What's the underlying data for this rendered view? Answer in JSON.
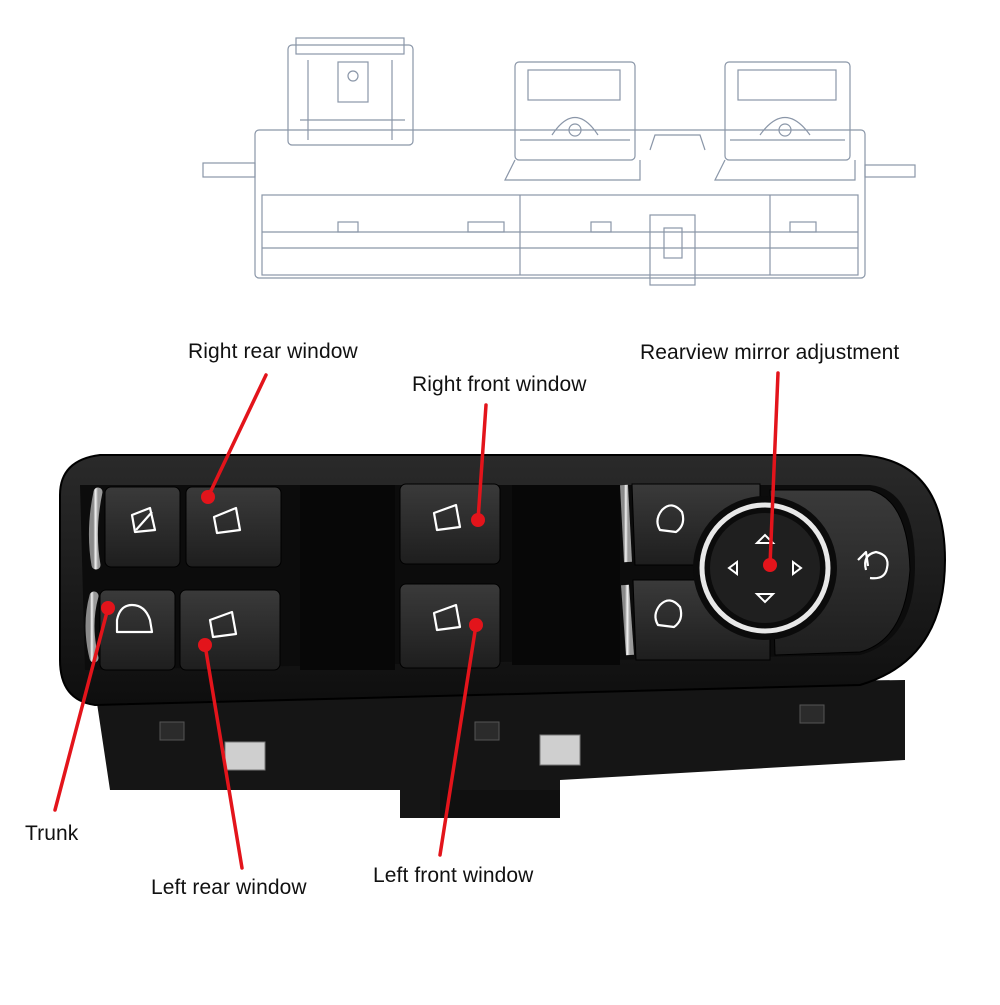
{
  "colors": {
    "callout_line": "#e3141b",
    "housing": "#1b1b1b",
    "button": "#2a2a2a",
    "chrome": "#d9d9d9",
    "wireframe": "#8a96a8"
  },
  "callouts": {
    "right_rear_window": "Right rear window",
    "right_front_window": "Right front window",
    "rearview_mirror_adjustment": "Rearview mirror adjustment",
    "trunk": "Trunk",
    "left_rear_window": "Left rear window",
    "left_front_window": "Left front window"
  },
  "icons": {
    "window_buttons": "window-icon",
    "trunk_button": "car-trunk-icon",
    "mirror_buttons": "mirror-icon",
    "mirror_joystick": "direction-arrows-icon",
    "fold_button": "mirror-fold-icon",
    "child_lock": "child-lock-icon"
  }
}
